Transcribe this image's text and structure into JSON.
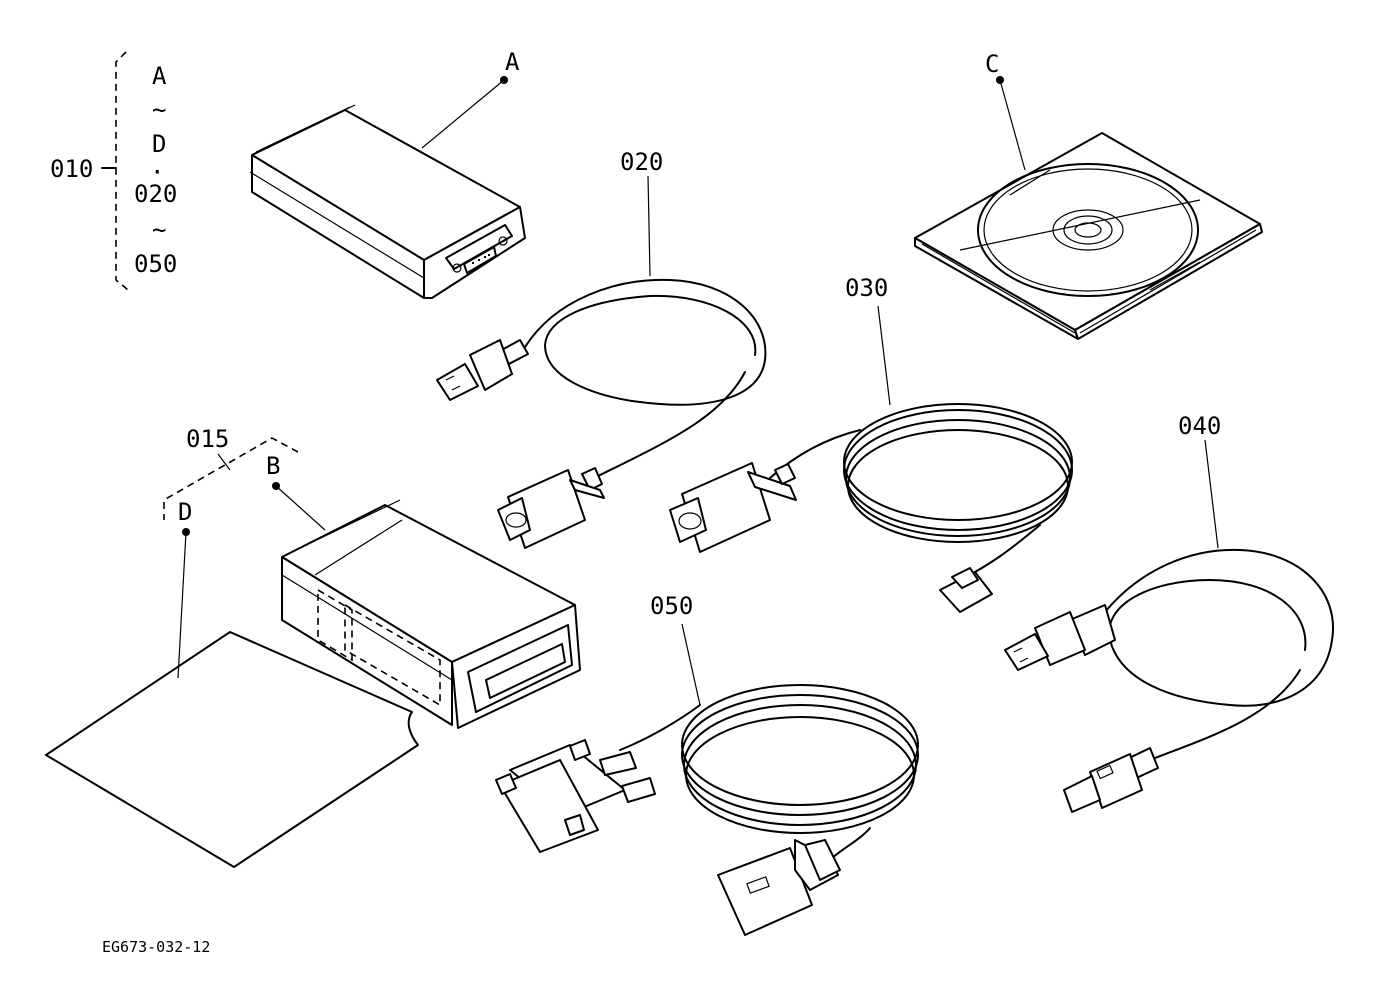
{
  "callouts": {
    "assembly": "010",
    "range_start": "A",
    "tilde_1": "~",
    "range_mid": "D",
    "dot": "·",
    "range_b_start": "020",
    "tilde_2": "~",
    "range_end": "050",
    "a": "A",
    "b": "B",
    "c": "C",
    "d": "D",
    "kit_015": "015",
    "cable_020": "020",
    "cable_030": "030",
    "cable_040": "040",
    "cable_050": "050"
  },
  "figure_code": "EG673-032-12"
}
